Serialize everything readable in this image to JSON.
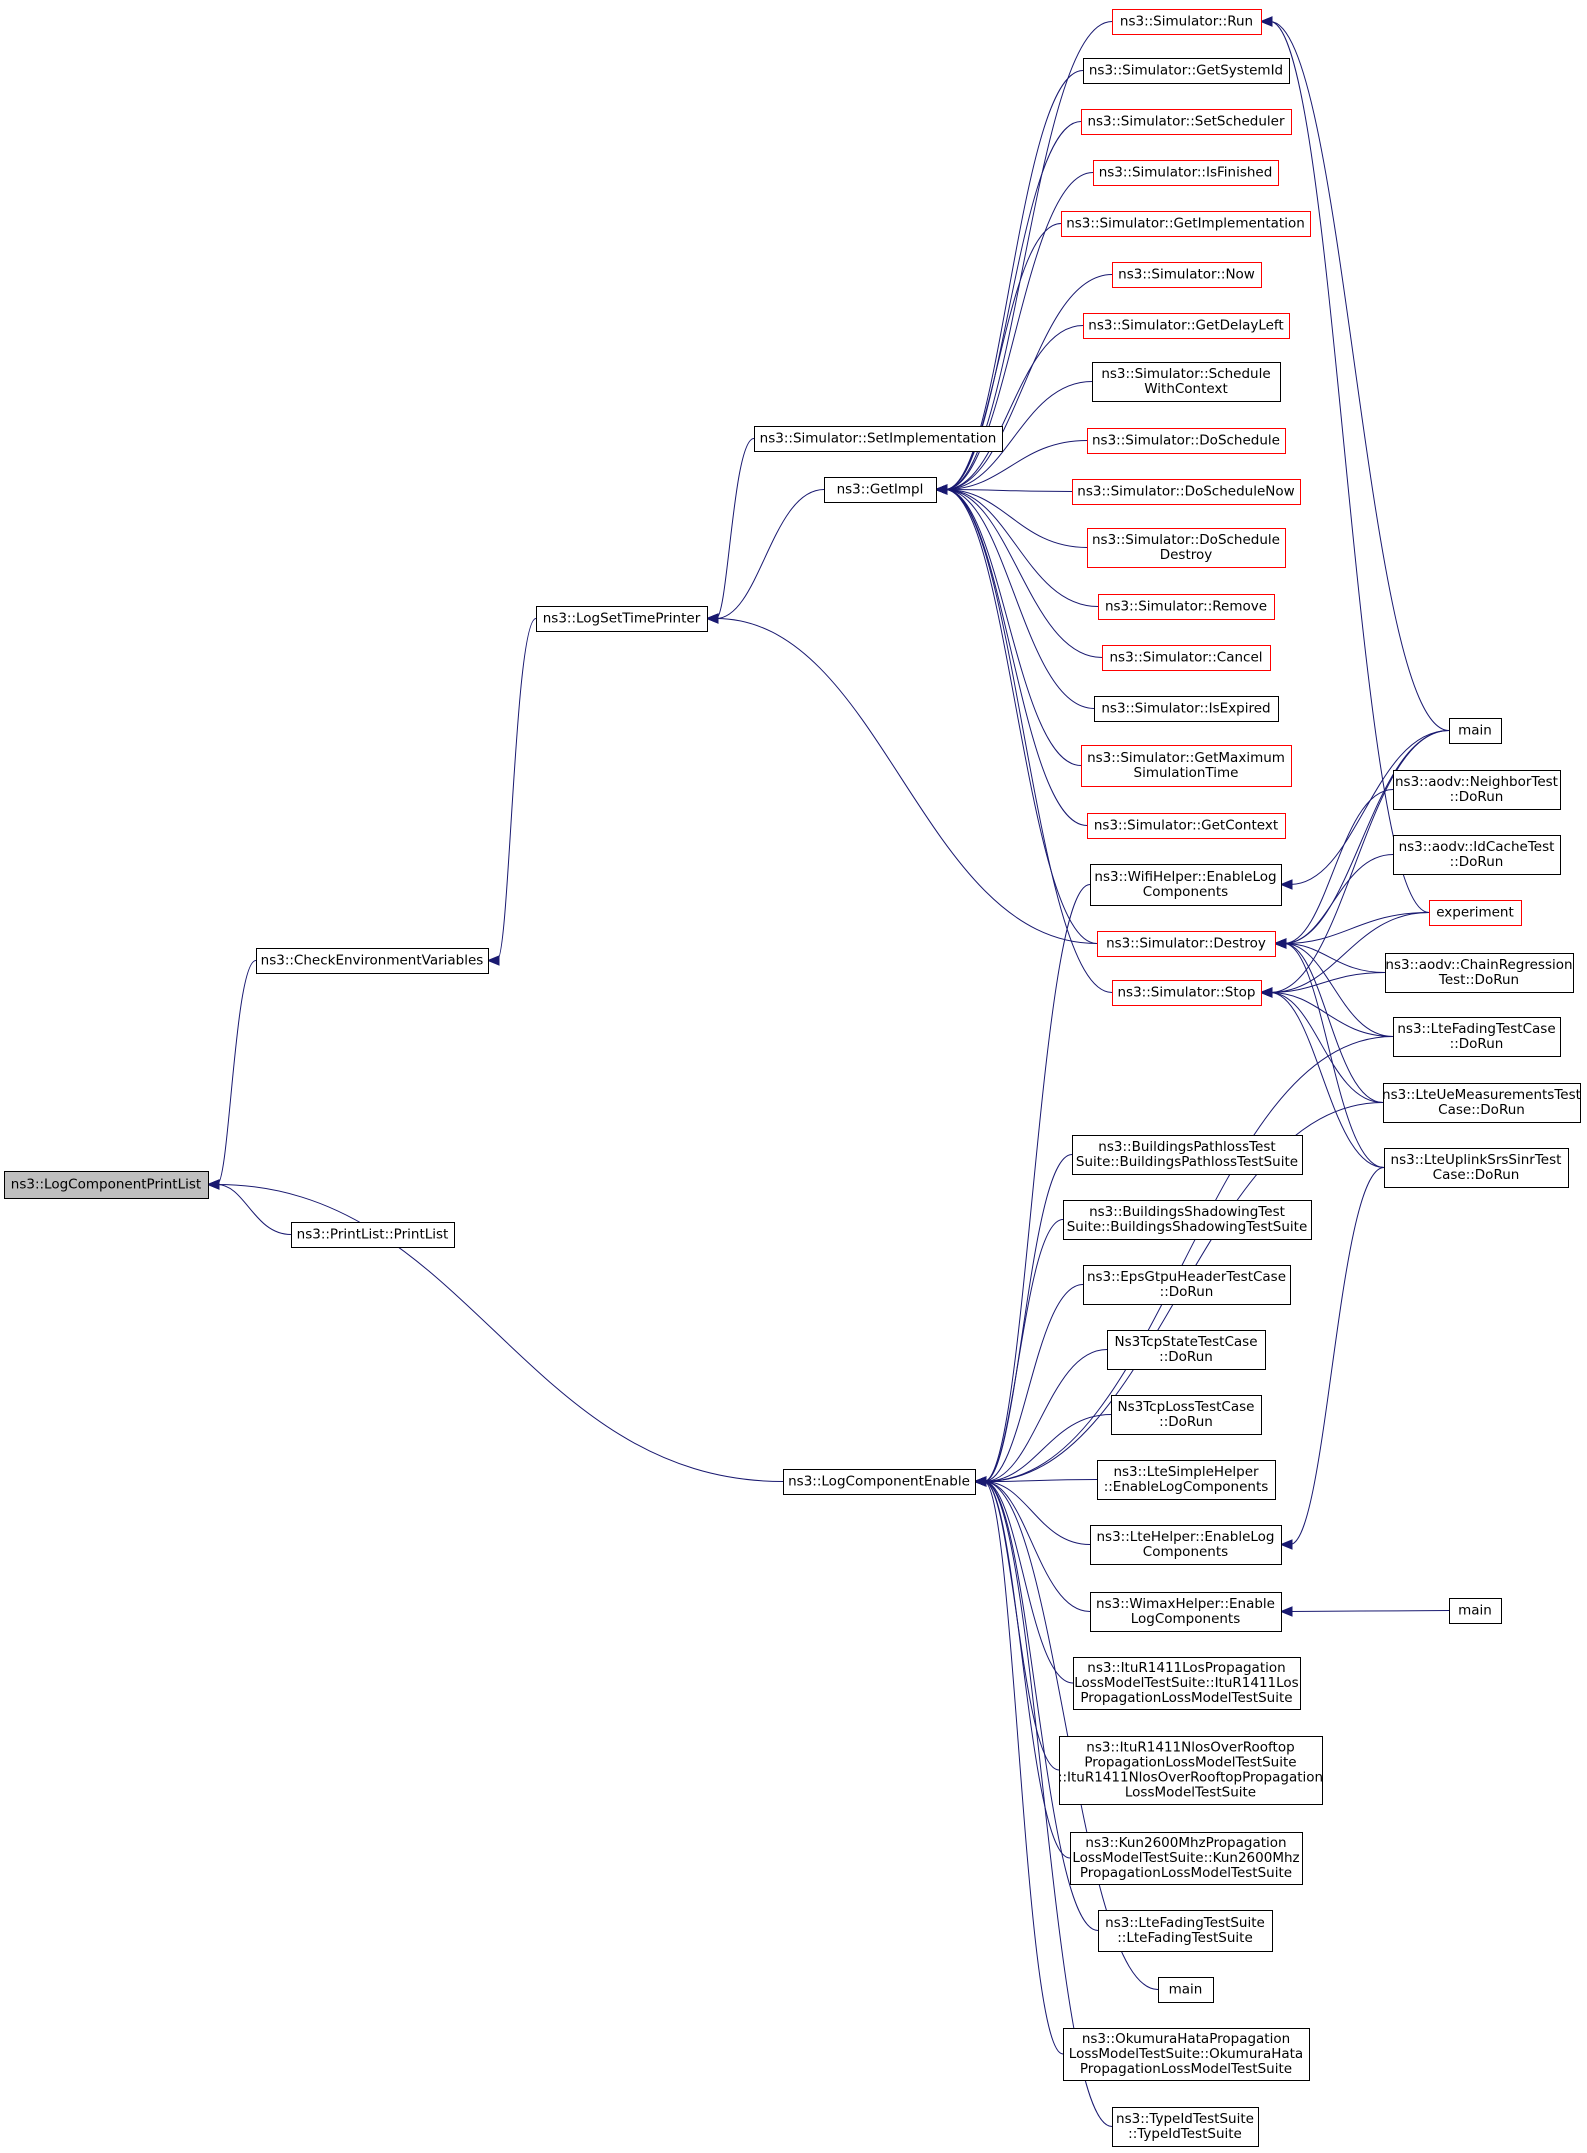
{
  "colors": {
    "edge": "#191970",
    "node_border": "#000000",
    "node_border_undocumented": "#ff0000",
    "node_fill": "#ffffff",
    "root_fill": "#bfbfbf",
    "text": "#000000"
  },
  "nodes": [
    {
      "id": "root",
      "lines": [
        "ns3::LogComponentPrintList"
      ],
      "style": "root"
    },
    {
      "id": "checkenv",
      "lines": [
        "ns3::CheckEnvironmentVariables"
      ],
      "style": "normal"
    },
    {
      "id": "printlist",
      "lines": [
        "ns3::PrintList::PrintList"
      ],
      "style": "normal"
    },
    {
      "id": "logsettime",
      "lines": [
        "ns3::LogSetTimePrinter"
      ],
      "style": "normal"
    },
    {
      "id": "logenable",
      "lines": [
        "ns3::LogComponentEnable"
      ],
      "style": "normal"
    },
    {
      "id": "setimpl",
      "lines": [
        "ns3::Simulator::SetImplementation"
      ],
      "style": "normal"
    },
    {
      "id": "getimpl",
      "lines": [
        "ns3::GetImpl"
      ],
      "style": "normal"
    },
    {
      "id": "run",
      "lines": [
        "ns3::Simulator::Run"
      ],
      "style": "red"
    },
    {
      "id": "getsystemid",
      "lines": [
        "ns3::Simulator::GetSystemId"
      ],
      "style": "normal"
    },
    {
      "id": "setscheduler",
      "lines": [
        "ns3::Simulator::SetScheduler"
      ],
      "style": "red"
    },
    {
      "id": "isfinished",
      "lines": [
        "ns3::Simulator::IsFinished"
      ],
      "style": "red"
    },
    {
      "id": "getimplementation",
      "lines": [
        "ns3::Simulator::GetImplementation"
      ],
      "style": "red"
    },
    {
      "id": "now",
      "lines": [
        "ns3::Simulator::Now"
      ],
      "style": "red"
    },
    {
      "id": "getdelayleft",
      "lines": [
        "ns3::Simulator::GetDelayLeft"
      ],
      "style": "red"
    },
    {
      "id": "schedulewithcontext",
      "lines": [
        "ns3::Simulator::Schedule",
        "WithContext"
      ],
      "style": "normal"
    },
    {
      "id": "doschedule",
      "lines": [
        "ns3::Simulator::DoSchedule"
      ],
      "style": "red"
    },
    {
      "id": "doschedulenow",
      "lines": [
        "ns3::Simulator::DoScheduleNow"
      ],
      "style": "red"
    },
    {
      "id": "doscheduledestroy",
      "lines": [
        "ns3::Simulator::DoSchedule",
        "Destroy"
      ],
      "style": "red"
    },
    {
      "id": "remove",
      "lines": [
        "ns3::Simulator::Remove"
      ],
      "style": "red"
    },
    {
      "id": "cancel",
      "lines": [
        "ns3::Simulator::Cancel"
      ],
      "style": "red"
    },
    {
      "id": "isexpired",
      "lines": [
        "ns3::Simulator::IsExpired"
      ],
      "style": "normal"
    },
    {
      "id": "getmaxsimtime",
      "lines": [
        "ns3::Simulator::GetMaximum",
        "SimulationTime"
      ],
      "style": "red"
    },
    {
      "id": "getcontext",
      "lines": [
        "ns3::Simulator::GetContext"
      ],
      "style": "red"
    },
    {
      "id": "destroy",
      "lines": [
        "ns3::Simulator::Destroy"
      ],
      "style": "red"
    },
    {
      "id": "stop",
      "lines": [
        "ns3::Simulator::Stop"
      ],
      "style": "red"
    },
    {
      "id": "wifihelper",
      "lines": [
        "ns3::WifiHelper::EnableLog",
        "Components"
      ],
      "style": "normal"
    },
    {
      "id": "main1",
      "lines": [
        "main"
      ],
      "style": "normal"
    },
    {
      "id": "neighbortest",
      "lines": [
        "ns3::aodv::NeighborTest",
        "::DoRun"
      ],
      "style": "normal"
    },
    {
      "id": "idcachetest",
      "lines": [
        "ns3::aodv::IdCacheTest",
        "::DoRun"
      ],
      "style": "normal"
    },
    {
      "id": "experiment",
      "lines": [
        "experiment"
      ],
      "style": "red"
    },
    {
      "id": "chainregression",
      "lines": [
        "ns3::aodv::ChainRegression",
        "Test::DoRun"
      ],
      "style": "normal"
    },
    {
      "id": "ltefadingtc",
      "lines": [
        "ns3::LteFadingTestCase",
        "::DoRun"
      ],
      "style": "normal"
    },
    {
      "id": "lteuemeas",
      "lines": [
        "ns3::LteUeMeasurementsTest",
        "Case::DoRun"
      ],
      "style": "normal"
    },
    {
      "id": "lteuplink",
      "lines": [
        "ns3::LteUplinkSrsSinrTest",
        "Case::DoRun"
      ],
      "style": "normal"
    },
    {
      "id": "buildingspathloss",
      "lines": [
        "ns3::BuildingsPathlossTest",
        "Suite::BuildingsPathlossTestSuite"
      ],
      "style": "normal"
    },
    {
      "id": "buildingsshadowing",
      "lines": [
        "ns3::BuildingsShadowingTest",
        "Suite::BuildingsShadowingTestSuite"
      ],
      "style": "normal"
    },
    {
      "id": "epsgtpu",
      "lines": [
        "ns3::EpsGtpuHeaderTestCase",
        "::DoRun"
      ],
      "style": "normal"
    },
    {
      "id": "tcpstate",
      "lines": [
        "Ns3TcpStateTestCase",
        "::DoRun"
      ],
      "style": "normal"
    },
    {
      "id": "tcploss",
      "lines": [
        "Ns3TcpLossTestCase",
        "::DoRun"
      ],
      "style": "normal"
    },
    {
      "id": "ltesimplehelper",
      "lines": [
        "ns3::LteSimpleHelper",
        "::EnableLogComponents"
      ],
      "style": "normal"
    },
    {
      "id": "ltehelper",
      "lines": [
        "ns3::LteHelper::EnableLog",
        "Components"
      ],
      "style": "normal"
    },
    {
      "id": "wimaxhelper",
      "lines": [
        "ns3::WimaxHelper::Enable",
        "LogComponents"
      ],
      "style": "normal"
    },
    {
      "id": "main2",
      "lines": [
        "main"
      ],
      "style": "normal"
    },
    {
      "id": "itur1411los",
      "lines": [
        "ns3::ItuR1411LosPropagation",
        "LossModelTestSuite::ItuR1411Los",
        "PropagationLossModelTestSuite"
      ],
      "style": "normal"
    },
    {
      "id": "itur1411nlos",
      "lines": [
        "ns3::ItuR1411NlosOverRooftop",
        "PropagationLossModelTestSuite",
        "::ItuR1411NlosOverRooftopPropagation",
        "LossModelTestSuite"
      ],
      "style": "normal"
    },
    {
      "id": "kun2600",
      "lines": [
        "ns3::Kun2600MhzPropagation",
        "LossModelTestSuite::Kun2600Mhz",
        "PropagationLossModelTestSuite"
      ],
      "style": "normal"
    },
    {
      "id": "ltefadingsuite",
      "lines": [
        "ns3::LteFadingTestSuite",
        "::LteFadingTestSuite"
      ],
      "style": "normal"
    },
    {
      "id": "main3",
      "lines": [
        "main"
      ],
      "style": "normal"
    },
    {
      "id": "okumurahata",
      "lines": [
        "ns3::OkumuraHataPropagation",
        "LossModelTestSuite::OkumuraHata",
        "PropagationLossModelTestSuite"
      ],
      "style": "normal"
    },
    {
      "id": "typeidsuite",
      "lines": [
        "ns3::TypeIdTestSuite",
        "::TypeIdTestSuite"
      ],
      "style": "normal"
    }
  ],
  "edges": [
    [
      "checkenv",
      "root"
    ],
    [
      "printlist",
      "root"
    ],
    [
      "logenable",
      "root"
    ],
    [
      "logsettime",
      "checkenv"
    ],
    [
      "setimpl",
      "logsettime"
    ],
    [
      "getimpl",
      "logsettime"
    ],
    [
      "destroy",
      "logsettime"
    ],
    [
      "run",
      "getimpl"
    ],
    [
      "getsystemid",
      "getimpl"
    ],
    [
      "setscheduler",
      "getimpl"
    ],
    [
      "isfinished",
      "getimpl"
    ],
    [
      "getimplementation",
      "getimpl"
    ],
    [
      "now",
      "getimpl"
    ],
    [
      "getdelayleft",
      "getimpl"
    ],
    [
      "schedulewithcontext",
      "getimpl"
    ],
    [
      "doschedule",
      "getimpl"
    ],
    [
      "doschedulenow",
      "getimpl"
    ],
    [
      "doscheduledestroy",
      "getimpl"
    ],
    [
      "remove",
      "getimpl"
    ],
    [
      "cancel",
      "getimpl"
    ],
    [
      "isexpired",
      "getimpl"
    ],
    [
      "getmaxsimtime",
      "getimpl"
    ],
    [
      "getcontext",
      "getimpl"
    ],
    [
      "destroy",
      "getimpl"
    ],
    [
      "stop",
      "getimpl"
    ],
    [
      "main1",
      "run"
    ],
    [
      "experiment",
      "run"
    ],
    [
      "main1",
      "wifihelper"
    ],
    [
      "main1",
      "destroy"
    ],
    [
      "neighbortest",
      "destroy"
    ],
    [
      "idcachetest",
      "destroy"
    ],
    [
      "experiment",
      "destroy"
    ],
    [
      "chainregression",
      "destroy"
    ],
    [
      "ltefadingtc",
      "destroy"
    ],
    [
      "lteuemeas",
      "destroy"
    ],
    [
      "lteuplink",
      "destroy"
    ],
    [
      "main1",
      "stop"
    ],
    [
      "experiment",
      "stop"
    ],
    [
      "chainregression",
      "stop"
    ],
    [
      "ltefadingtc",
      "stop"
    ],
    [
      "lteuemeas",
      "stop"
    ],
    [
      "lteuplink",
      "stop"
    ],
    [
      "wifihelper",
      "logenable"
    ],
    [
      "ltefadingtc",
      "logenable"
    ],
    [
      "lteuemeas",
      "logenable"
    ],
    [
      "buildingspathloss",
      "logenable"
    ],
    [
      "buildingsshadowing",
      "logenable"
    ],
    [
      "epsgtpu",
      "logenable"
    ],
    [
      "tcpstate",
      "logenable"
    ],
    [
      "tcploss",
      "logenable"
    ],
    [
      "ltesimplehelper",
      "logenable"
    ],
    [
      "ltehelper",
      "logenable"
    ],
    [
      "wimaxhelper",
      "logenable"
    ],
    [
      "itur1411los",
      "logenable"
    ],
    [
      "itur1411nlos",
      "logenable"
    ],
    [
      "kun2600",
      "logenable"
    ],
    [
      "ltefadingsuite",
      "logenable"
    ],
    [
      "main3",
      "logenable"
    ],
    [
      "okumurahata",
      "logenable"
    ],
    [
      "typeidsuite",
      "logenable"
    ],
    [
      "lteuplink",
      "ltehelper"
    ],
    [
      "main2",
      "wimaxhelper"
    ]
  ]
}
